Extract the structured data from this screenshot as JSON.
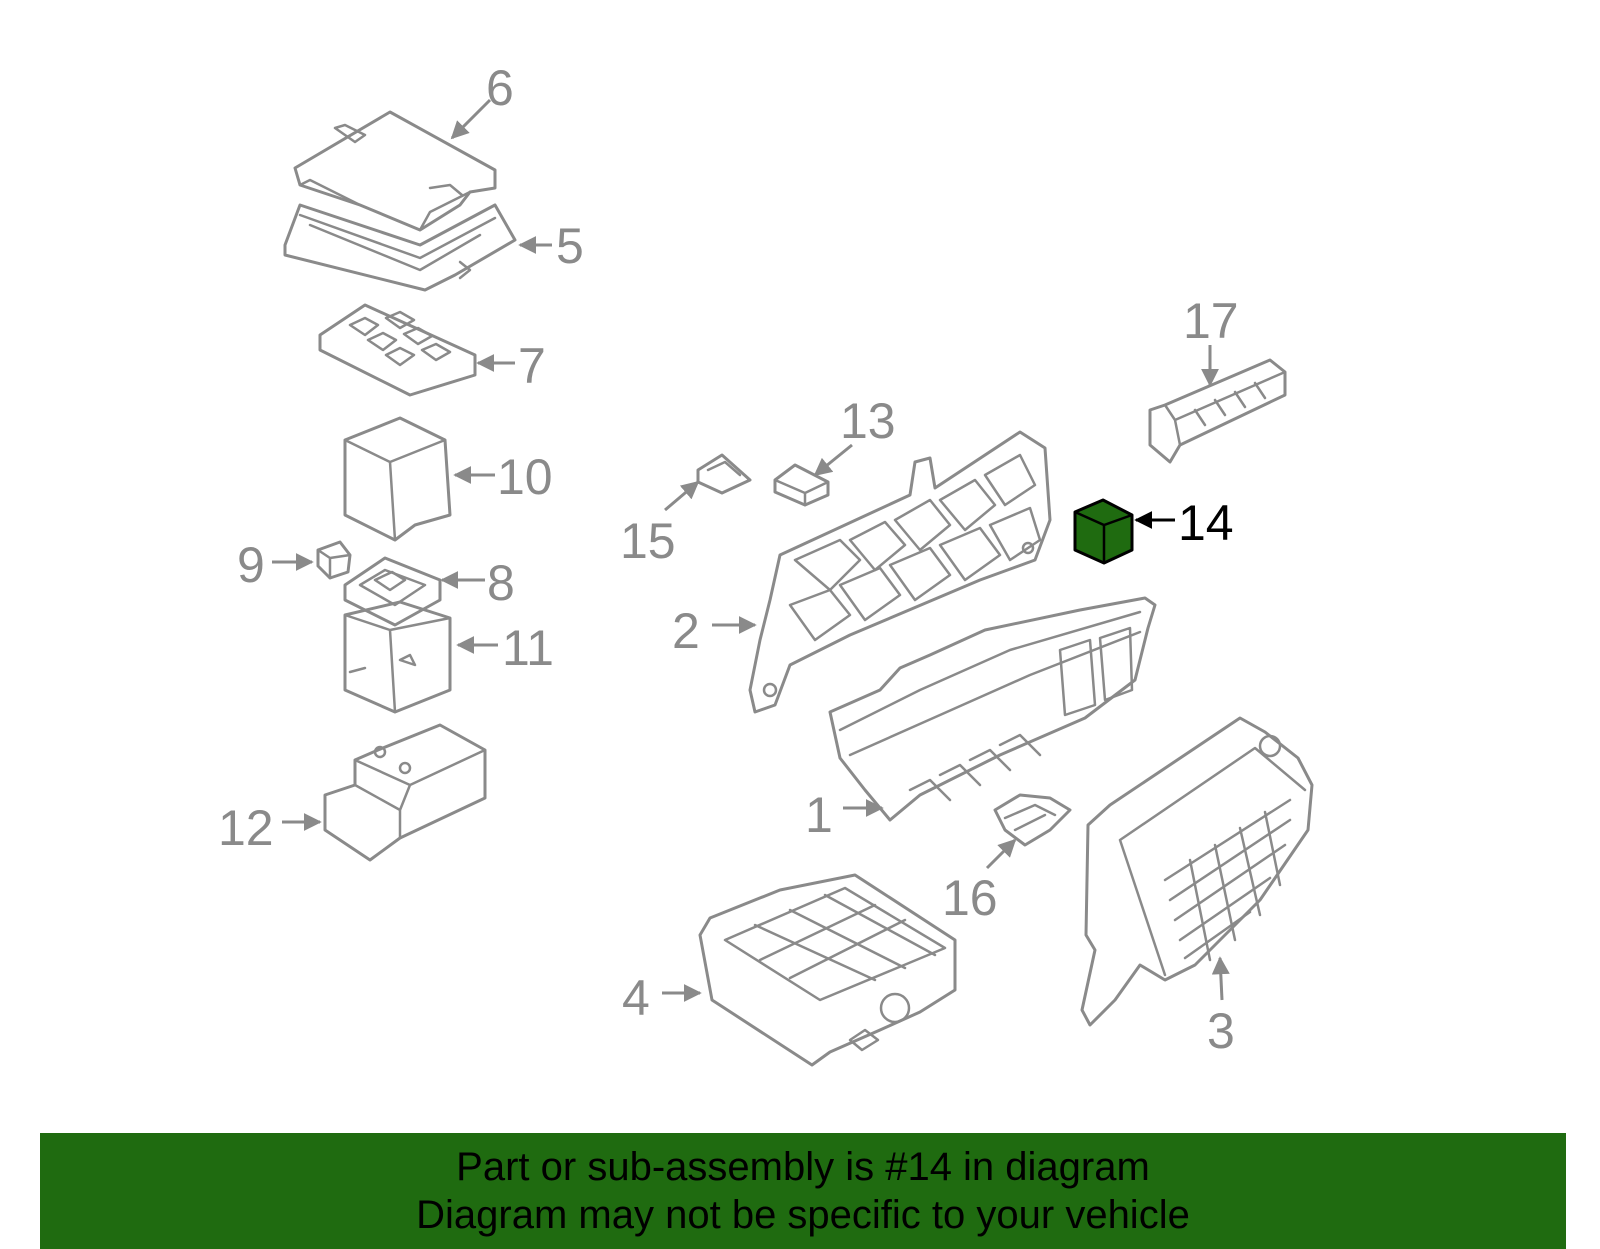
{
  "colors": {
    "line_art": "#8a8a8a",
    "highlight_part": "#1f6b10",
    "highlight_label": "#000000",
    "banner_background": "#1f6b10",
    "banner_text": "#000000",
    "page_background": "#ffffff"
  },
  "highlighted_callout": "14",
  "callouts": {
    "c1": "1",
    "c2": "2",
    "c3": "3",
    "c4": "4",
    "c5": "5",
    "c6": "6",
    "c7": "7",
    "c8": "8",
    "c9": "9",
    "c10": "10",
    "c11": "11",
    "c12": "12",
    "c13": "13",
    "c14": "14",
    "c15": "15",
    "c16": "16",
    "c17": "17"
  },
  "banner": {
    "line1": "Part or sub-assembly is #14 in diagram",
    "line2": "Diagram may not be specific to your vehicle"
  }
}
